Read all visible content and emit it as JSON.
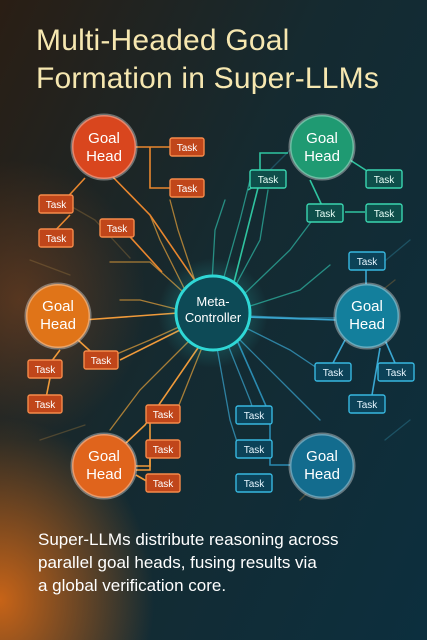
{
  "title_line1": "Multi-Headed Goal",
  "title_line2": "Formation in Super-LLMs",
  "center": {
    "line1": "Meta-",
    "line2": "Controller"
  },
  "heads": [
    {
      "line1": "Goal",
      "line2": "Head",
      "color": "#d9461e"
    },
    {
      "line1": "Goal",
      "line2": "Head",
      "color": "#1f9a72"
    },
    {
      "line1": "Goal",
      "line2": "Head",
      "color": "#e07418"
    },
    {
      "line1": "Goal",
      "line2": "Head",
      "color": "#137f9c"
    },
    {
      "line1": "Goal",
      "line2": "Head",
      "color": "#e0641c"
    },
    {
      "line1": "Goal",
      "line2": "Head",
      "color": "#136c8e"
    }
  ],
  "task_label": "Task",
  "caption_lines": [
    "Super-LLMs distribute reasoning across",
    "parallel goal heads, fusing results via",
    "a global verification core."
  ],
  "colors": {
    "title": "#f6e7b0",
    "center_fill": "#0d4a56",
    "center_stroke": "#2fd8d6",
    "warm_task_fill": "#c0461a",
    "warm_task_stroke": "#f58a4a",
    "cool_task_fill": "#0e4e4a",
    "cool_task_stroke": "#3ad6b0",
    "blue_task_fill": "#0c4258",
    "blue_task_stroke": "#37b8e0"
  }
}
